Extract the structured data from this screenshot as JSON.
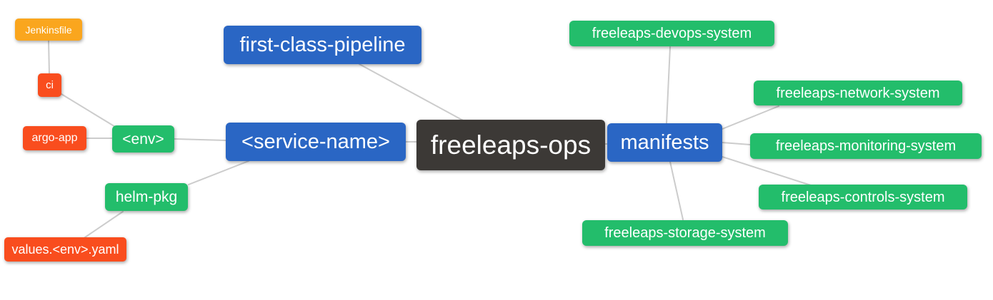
{
  "diagram": {
    "type": "mindmap",
    "root_label": "freeleaps-ops"
  },
  "colors": {
    "background": "#FFFFFF",
    "edge": "#CCCCCC",
    "blue": "#2A66C4",
    "green": "#23BD6B",
    "red": "#F94D1E",
    "orange": "#FAA61E",
    "dark": "#3C3936",
    "text": "#FFFFFF"
  },
  "nodes": {
    "jenkinsfile": {
      "label": "Jenkinsfile",
      "color": "#FAA61E"
    },
    "ci": {
      "label": "ci",
      "color": "#F94D1E"
    },
    "argo_app": {
      "label": "argo-app",
      "color": "#F94D1E"
    },
    "env": {
      "label": "<env>",
      "color": "#23BD6B"
    },
    "helm_pkg": {
      "label": "helm-pkg",
      "color": "#23BD6B"
    },
    "values_env_yaml": {
      "label": "values.<env>.yaml",
      "color": "#F94D1E"
    },
    "first_class_pipeline": {
      "label": "first-class-pipeline",
      "color": "#2A66C4"
    },
    "service_name": {
      "label": "<service-name>",
      "color": "#2A66C4"
    },
    "freeleaps_ops": {
      "label": "freeleaps-ops",
      "color": "#3C3936"
    },
    "manifests": {
      "label": "manifests",
      "color": "#2A66C4"
    },
    "devops_system": {
      "label": "freeleaps-devops-system",
      "color": "#23BD6B"
    },
    "network_system": {
      "label": "freeleaps-network-system",
      "color": "#23BD6B"
    },
    "monitoring_system": {
      "label": "freeleaps-monitoring-system",
      "color": "#23BD6B"
    },
    "controls_system": {
      "label": "freeleaps-controls-system",
      "color": "#23BD6B"
    },
    "storage_system": {
      "label": "freeleaps-storage-system",
      "color": "#23BD6B"
    }
  },
  "edges": [
    {
      "from": "Jenkinsfile",
      "to": "ci"
    },
    {
      "from": "ci",
      "to": "<env>"
    },
    {
      "from": "argo-app",
      "to": "<env>"
    },
    {
      "from": "<env>",
      "to": "<service-name>"
    },
    {
      "from": "helm-pkg",
      "to": "<service-name>"
    },
    {
      "from": "values.<env>.yaml",
      "to": "helm-pkg"
    },
    {
      "from": "first-class-pipeline",
      "to": "freeleaps-ops"
    },
    {
      "from": "<service-name>",
      "to": "freeleaps-ops"
    },
    {
      "from": "freeleaps-ops",
      "to": "manifests"
    },
    {
      "from": "manifests",
      "to": "freeleaps-devops-system"
    },
    {
      "from": "manifests",
      "to": "freeleaps-network-system"
    },
    {
      "from": "manifests",
      "to": "freeleaps-monitoring-system"
    },
    {
      "from": "manifests",
      "to": "freeleaps-controls-system"
    },
    {
      "from": "manifests",
      "to": "freeleaps-storage-system"
    }
  ]
}
